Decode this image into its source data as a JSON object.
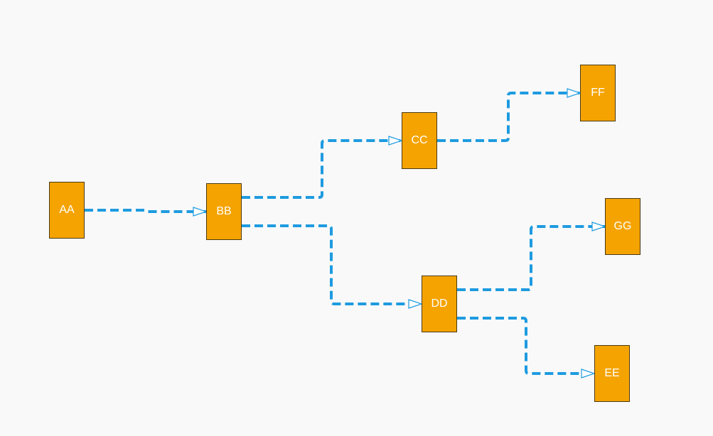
{
  "diagram": {
    "colors": {
      "node_fill": "#f5a300",
      "node_border": "#4a3a10",
      "node_text": "#ffffff",
      "edge": "#1e9be0",
      "background": "#f9f9f9"
    },
    "nodes": [
      {
        "id": "aa",
        "label": "AA"
      },
      {
        "id": "bb",
        "label": "BB"
      },
      {
        "id": "cc",
        "label": "CC"
      },
      {
        "id": "ff",
        "label": "FF"
      },
      {
        "id": "gg",
        "label": "GG"
      },
      {
        "id": "dd",
        "label": "DD"
      },
      {
        "id": "ee",
        "label": "EE"
      }
    ],
    "edges": [
      {
        "from": "aa",
        "to": "bb"
      },
      {
        "from": "bb",
        "to": "cc"
      },
      {
        "from": "bb",
        "to": "dd"
      },
      {
        "from": "cc",
        "to": "ff"
      },
      {
        "from": "dd",
        "to": "gg"
      },
      {
        "from": "dd",
        "to": "ee"
      }
    ]
  }
}
